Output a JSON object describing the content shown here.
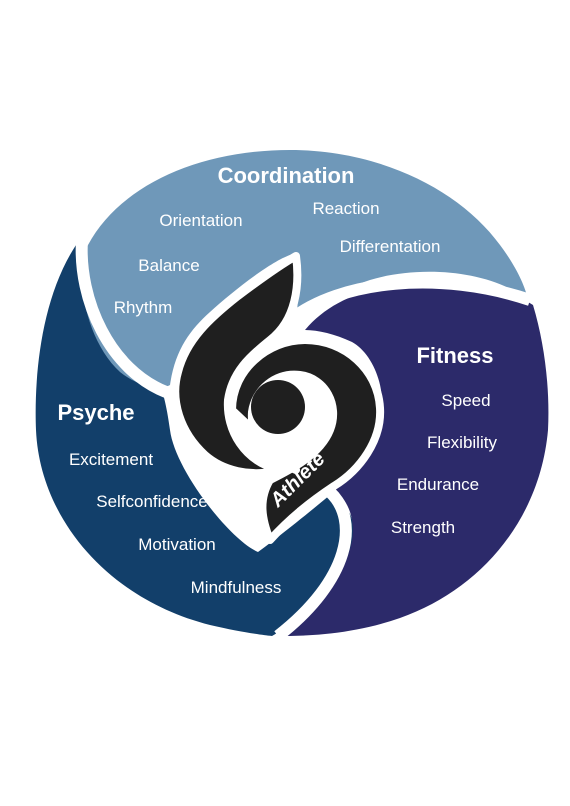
{
  "colors": {
    "coordination": "#6f98b9",
    "psyche": "#123f6a",
    "fitness": "#2c2a6a",
    "center": "#1f1f1f",
    "background": "#ffffff"
  },
  "center": {
    "label": "Athlete"
  },
  "coordination": {
    "title": "Coordination",
    "items": [
      "Orientation",
      "Reaction",
      "Balance",
      "Differentation",
      "Rhythm"
    ]
  },
  "fitness": {
    "title": "Fitness",
    "items": [
      "Speed",
      "Flexibility",
      "Endurance",
      "Strength"
    ]
  },
  "psyche": {
    "title": "Psyche",
    "items": [
      "Excitement",
      "Selfconfidence",
      "Motivation",
      "Mindfulness"
    ]
  }
}
